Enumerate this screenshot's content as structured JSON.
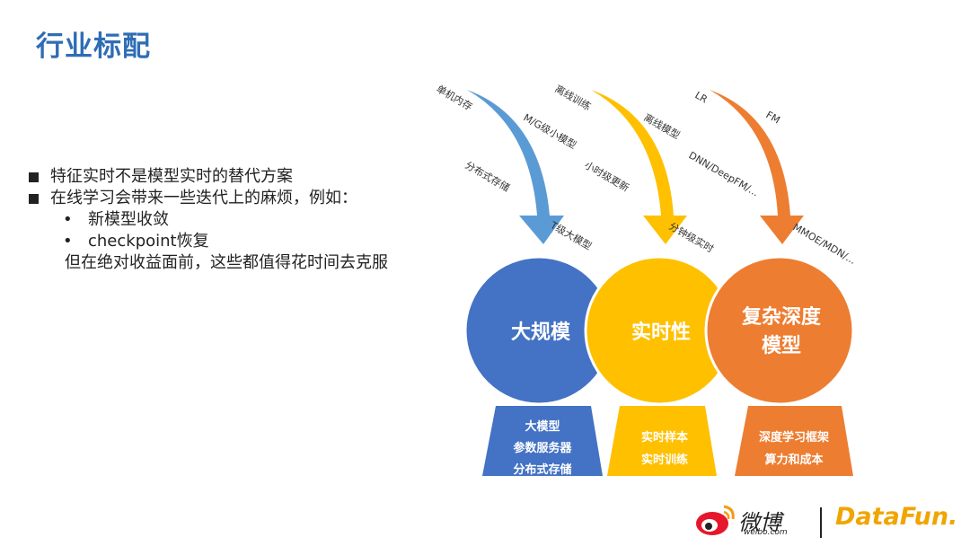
{
  "title": "行业标配",
  "bullets": [
    "特征实时不是模型实时的替代方案",
    "在线学习会带来一些迭代上的麻烦，例如："
  ],
  "sub_bullets": [
    "新模型收敛",
    "checkpoint恢复"
  ],
  "conclusion": "但在绝对收益面前，这些都值得花时间去克服",
  "arrow_labels": {
    "blue": [
      "单机内存",
      "M/G级小模型",
      "分布式存储",
      "T级大模型"
    ],
    "yellow": [
      "离线训练",
      "离线模型",
      "小时级更新",
      "分钟级实时"
    ],
    "orange": [
      "LR",
      "FM",
      "DNN/DeepFM/...",
      "MMOE/MDN/..."
    ]
  },
  "circles": [
    {
      "name": "大规模",
      "color": "#4472c4"
    },
    {
      "name": "实时性",
      "color": "#ffc000"
    },
    {
      "name": "复杂深度",
      "name2": "模型",
      "color": "#ed7d31"
    }
  ],
  "bases": [
    {
      "lines": [
        "大模型",
        "参数服务器",
        "分布式存储"
      ],
      "color": "#4472c4"
    },
    {
      "lines": [
        "实时样本",
        "实时训练"
      ],
      "color": "#ffc000"
    },
    {
      "lines": [
        "深度学习框架",
        "算力和成本"
      ],
      "color": "#ed7d31"
    }
  ],
  "logos": {
    "weibo": "微博",
    "weibo_sub": "weibo.com",
    "datafun": "DataFun."
  }
}
